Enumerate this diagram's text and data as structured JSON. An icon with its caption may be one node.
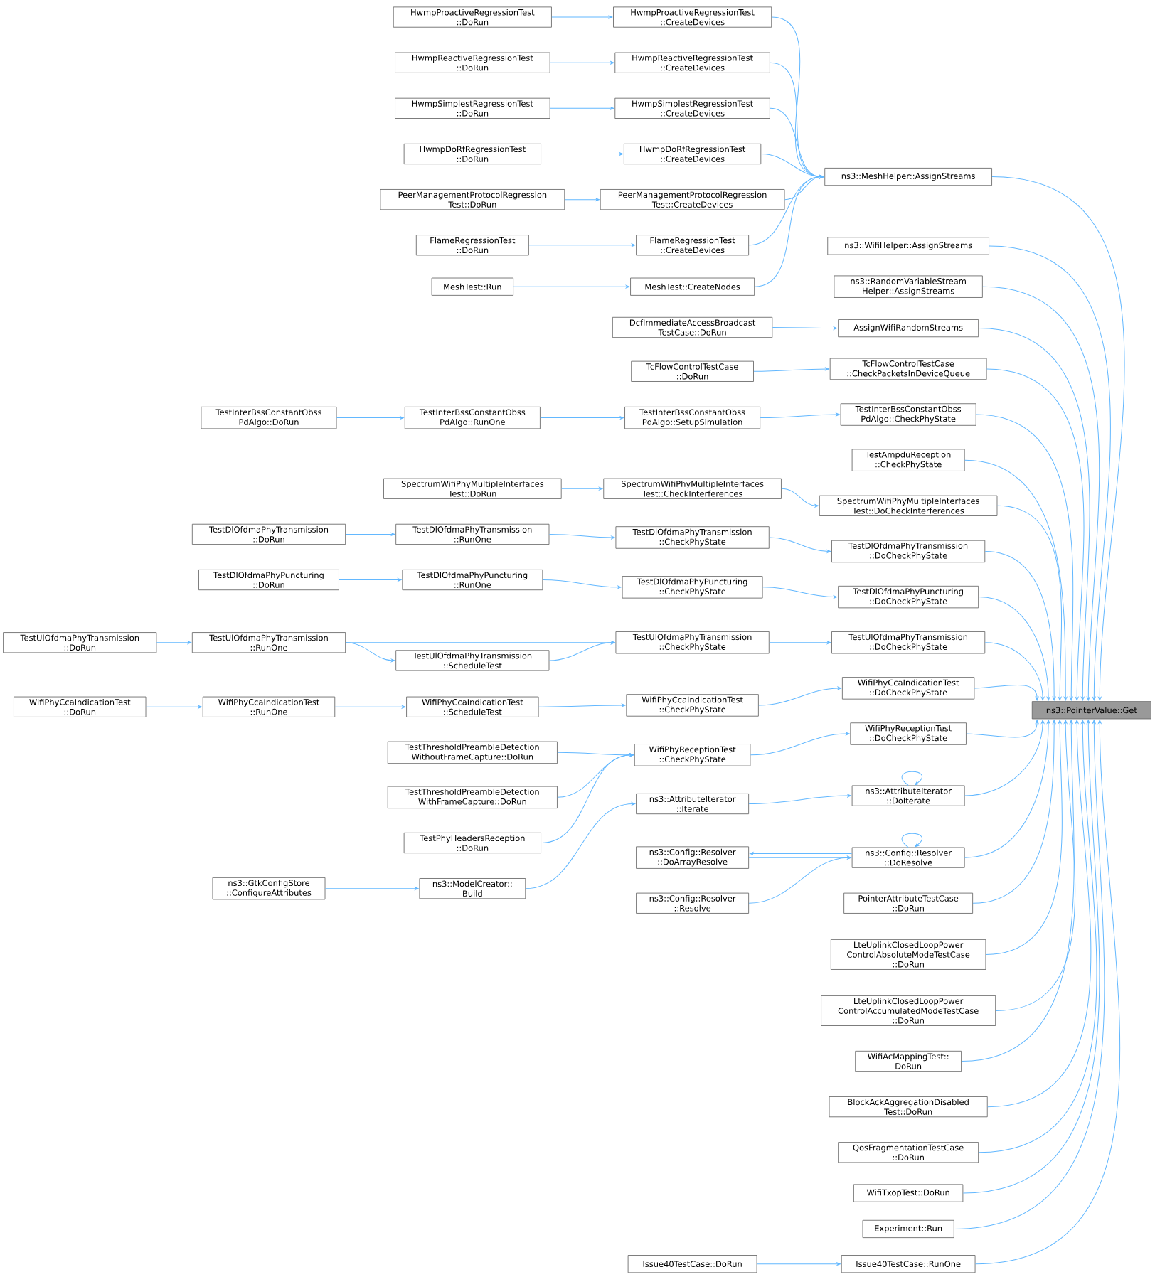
{
  "diagram": {
    "nodes": [
      {
        "text": [
          "ns3::PointerValue::Get"
        ]
      },
      {
        "text": [
          "ns3::MeshHelper::AssignStreams"
        ]
      },
      {
        "text": [
          "ns3::WifiHelper::AssignStreams"
        ]
      },
      {
        "text": [
          "ns3::RandomVariableStream Helper::AssignStreams"
        ]
      },
      {
        "text": [
          "AssignWifiRandomStreams"
        ]
      },
      {
        "text": [
          "TcFlowControlTestCase ::CheckPacketsInDeviceQueue"
        ]
      },
      {
        "text": [
          "TestInterBssConstantObss PdAlgo::CheckPhyState"
        ]
      },
      {
        "text": [
          "TestAmpduReception ::CheckPhyState"
        ]
      },
      {
        "text": [
          "SpectrumWifiPhyMultipleInterfaces Test::DoCheckInterferences"
        ]
      },
      {
        "text": [
          "TestDlOfdmaPhyTransmission ::DoCheckPhyState"
        ]
      },
      {
        "text": [
          "TestDlOfdmaPhyPuncturing ::DoCheckPhyState"
        ]
      },
      {
        "text": [
          "TestUlOfdmaPhyTransmission ::DoCheckPhyState"
        ]
      },
      {
        "text": [
          "WifiPhyCcaIndicationTest ::DoCheckPhyState"
        ]
      },
      {
        "text": [
          "WifiPhyReceptionTest ::DoCheckPhyState"
        ]
      },
      {
        "text": [
          "ns3::AttributeIterator ::DoIterate"
        ]
      },
      {
        "text": [
          "ns3::Config::Resolver ::DoResolve"
        ]
      },
      {
        "text": [
          "PointerAttributeTestCase ::DoRun"
        ]
      },
      {
        "text": [
          "LteUplinkClosedLoopPower ControlAbsoluteModeTestCase ::DoRun"
        ]
      },
      {
        "text": [
          "LteUplinkClosedLoopPower ControlAccumulatedModeTestCase ::DoRun"
        ]
      },
      {
        "text": [
          "WifiAcMappingTest:: DoRun"
        ]
      },
      {
        "text": [
          "BlockAckAggregationDisabled Test::DoRun"
        ]
      },
      {
        "text": [
          "QosFragmentationTestCase ::DoRun"
        ]
      },
      {
        "text": [
          "WifiTxopTest::DoRun"
        ]
      },
      {
        "text": [
          "Experiment::Run"
        ]
      },
      {
        "text": [
          "Issue40TestCase::RunOne"
        ]
      },
      {
        "text": [
          "HwmpProactiveRegressionTest ::CreateDevices"
        ]
      },
      {
        "text": [
          "HwmpReactiveRegressionTest ::CreateDevices"
        ]
      },
      {
        "text": [
          "HwmpSimplestRegressionTest ::CreateDevices"
        ]
      },
      {
        "text": [
          "HwmpDoRfRegressionTest ::CreateDevices"
        ]
      },
      {
        "text": [
          "PeerManagementProtocolRegression Test::CreateDevices"
        ]
      },
      {
        "text": [
          "FlameRegressionTest ::CreateDevices"
        ]
      },
      {
        "text": [
          "MeshTest::CreateNodes"
        ]
      },
      {
        "text": [
          "TestInterBssConstantObss PdAlgo::SetupSimulation"
        ]
      },
      {
        "text": [
          "SpectrumWifiPhyMultipleInterfaces Test::CheckInterferences"
        ]
      },
      {
        "text": [
          "TestDlOfdmaPhyTransmission ::CheckPhyState"
        ]
      },
      {
        "text": [
          "TestDlOfdmaPhyPuncturing ::CheckPhyState"
        ]
      },
      {
        "text": [
          "TestUlOfdmaPhyTransmission ::CheckPhyState"
        ]
      },
      {
        "text": [
          "WifiPhyCcaIndicationTest ::CheckPhyState"
        ]
      },
      {
        "text": [
          "WifiPhyReceptionTest ::CheckPhyState"
        ]
      },
      {
        "text": [
          "ns3::AttributeIterator ::Iterate"
        ]
      },
      {
        "text": [
          "ns3::Config::Resolver ::DoArrayResolve"
        ]
      },
      {
        "text": [
          "ns3::Config::Resolver ::Resolve"
        ]
      },
      {
        "text": [
          "Issue40TestCase::DoRun"
        ]
      },
      {
        "text": [
          "HwmpProactiveRegressionTest ::DoRun"
        ]
      },
      {
        "text": [
          "HwmpReactiveRegressionTest ::DoRun"
        ]
      },
      {
        "text": [
          "HwmpSimplestRegressionTest ::DoRun"
        ]
      },
      {
        "text": [
          "HwmpDoRfRegressionTest ::DoRun"
        ]
      },
      {
        "text": [
          "PeerManagementProtocolRegression Test::DoRun"
        ]
      },
      {
        "text": [
          "FlameRegressionTest ::DoRun"
        ]
      },
      {
        "text": [
          "MeshTest::Run"
        ]
      },
      {
        "text": [
          "DcfImmediateAccessBroadcast TestCase::DoRun"
        ]
      },
      {
        "text": [
          "TcFlowControlTestCase ::DoRun"
        ]
      },
      {
        "text": [
          "TestInterBssConstantObss PdAlgo::RunOne"
        ]
      },
      {
        "text": [
          "SpectrumWifiPhyMultipleInterfaces Test::DoRun"
        ]
      },
      {
        "text": [
          "TestDlOfdmaPhyTransmission ::RunOne"
        ]
      },
      {
        "text": [
          "TestDlOfdmaPhyPuncturing ::RunOne"
        ]
      },
      {
        "text": [
          "TestUlOfdmaPhyTransmission ::RunOne"
        ]
      },
      {
        "text": [
          "TestUlOfdmaPhyTransmission ::ScheduleTest"
        ]
      },
      {
        "text": [
          "WifiPhyCcaIndicationTest ::RunOne"
        ]
      },
      {
        "text": [
          "WifiPhyCcaIndicationTest ::ScheduleTest"
        ]
      },
      {
        "text": [
          "TestThresholdPreambleDetection WithoutFrameCapture::DoRun"
        ]
      },
      {
        "text": [
          "TestThresholdPreambleDetection WithFrameCapture::DoRun"
        ]
      },
      {
        "text": [
          "TestPhyHeadersReception ::DoRun"
        ]
      },
      {
        "text": [
          "ns3::ModelCreator:: Build"
        ]
      },
      {
        "text": [
          "TestInterBssConstantObss PdAlgo::DoRun"
        ]
      },
      {
        "text": [
          "TestDlOfdmaPhyTransmission ::DoRun"
        ]
      },
      {
        "text": [
          "TestDlOfdmaPhyPuncturing ::DoRun"
        ]
      },
      {
        "text": [
          "TestUlOfdmaPhyTransmission ::DoRun"
        ]
      },
      {
        "text": [
          "WifiPhyCcaIndicationTest ::DoRun"
        ]
      },
      {
        "text": [
          "ns3::GtkConfigStore ::ConfigureAttributes"
        ]
      }
    ],
    "edges": [
      {
        "from": 1,
        "to": 0,
        "arrow": "to"
      },
      {
        "from": 2,
        "to": 0,
        "arrow": "to"
      },
      {
        "from": 3,
        "to": 0,
        "arrow": "to"
      },
      {
        "from": 4,
        "to": 0,
        "arrow": "to"
      },
      {
        "from": 5,
        "to": 0,
        "arrow": "to"
      },
      {
        "from": 6,
        "to": 0,
        "arrow": "to"
      },
      {
        "from": 7,
        "to": 0,
        "arrow": "to"
      },
      {
        "from": 8,
        "to": 0,
        "arrow": "to"
      },
      {
        "from": 9,
        "to": 0,
        "arrow": "to"
      },
      {
        "from": 10,
        "to": 0,
        "arrow": "to"
      },
      {
        "from": 11,
        "to": 0,
        "arrow": "to"
      },
      {
        "from": 12,
        "to": 0,
        "arrow": "to"
      },
      {
        "from": 13,
        "to": 0,
        "arrow": "to"
      },
      {
        "from": 14,
        "to": 0,
        "arrow": "to"
      },
      {
        "from": 15,
        "to": 0,
        "arrow": "to"
      },
      {
        "from": 16,
        "to": 0,
        "arrow": "to"
      },
      {
        "from": 17,
        "to": 0,
        "arrow": "to"
      },
      {
        "from": 18,
        "to": 0,
        "arrow": "to"
      },
      {
        "from": 19,
        "to": 0,
        "arrow": "to"
      },
      {
        "from": 20,
        "to": 0,
        "arrow": "to"
      },
      {
        "from": 21,
        "to": 0,
        "arrow": "to"
      },
      {
        "from": 22,
        "to": 0,
        "arrow": "to"
      },
      {
        "from": 23,
        "to": 0,
        "arrow": "to"
      },
      {
        "from": 24,
        "to": 0,
        "arrow": "to"
      },
      {
        "from": 25,
        "to": 1,
        "arrow": "to"
      },
      {
        "from": 26,
        "to": 1,
        "arrow": "to"
      },
      {
        "from": 27,
        "to": 1,
        "arrow": "to"
      },
      {
        "from": 28,
        "to": 1,
        "arrow": "to"
      },
      {
        "from": 29,
        "to": 1,
        "arrow": "to"
      },
      {
        "from": 30,
        "to": 1,
        "arrow": "to"
      },
      {
        "from": 31,
        "to": 1,
        "arrow": "to"
      },
      {
        "from": 43,
        "to": 25,
        "arrow": "to"
      },
      {
        "from": 44,
        "to": 26,
        "arrow": "to"
      },
      {
        "from": 45,
        "to": 27,
        "arrow": "to"
      },
      {
        "from": 46,
        "to": 28,
        "arrow": "to"
      },
      {
        "from": 47,
        "to": 29,
        "arrow": "to"
      },
      {
        "from": 48,
        "to": 30,
        "arrow": "to"
      },
      {
        "from": 49,
        "to": 31,
        "arrow": "to"
      },
      {
        "from": 50,
        "to": 4,
        "arrow": "to"
      },
      {
        "from": 51,
        "to": 5,
        "arrow": "to"
      },
      {
        "from": 32,
        "to": 6,
        "arrow": "to"
      },
      {
        "from": 52,
        "to": 32,
        "arrow": "to"
      },
      {
        "from": 64,
        "to": 52,
        "arrow": "to"
      },
      {
        "from": 33,
        "to": 8,
        "arrow": "to"
      },
      {
        "from": 53,
        "to": 33,
        "arrow": "to"
      },
      {
        "from": 34,
        "to": 9,
        "arrow": "to"
      },
      {
        "from": 54,
        "to": 34,
        "arrow": "to"
      },
      {
        "from": 65,
        "to": 54,
        "arrow": "to"
      },
      {
        "from": 35,
        "to": 10,
        "arrow": "to"
      },
      {
        "from": 55,
        "to": 35,
        "arrow": "to"
      },
      {
        "from": 66,
        "to": 55,
        "arrow": "to"
      },
      {
        "from": 36,
        "to": 11,
        "arrow": "to"
      },
      {
        "from": 56,
        "to": 36,
        "arrow": "to"
      },
      {
        "from": 57,
        "to": 36,
        "arrow": "to"
      },
      {
        "from": 56,
        "to": 57,
        "arrow": "to"
      },
      {
        "from": 67,
        "to": 56,
        "arrow": "to"
      },
      {
        "from": 37,
        "to": 12,
        "arrow": "to"
      },
      {
        "from": 59,
        "to": 37,
        "arrow": "to"
      },
      {
        "from": 58,
        "to": 59,
        "arrow": "to"
      },
      {
        "from": 68,
        "to": 58,
        "arrow": "to"
      },
      {
        "from": 38,
        "to": 13,
        "arrow": "to"
      },
      {
        "from": 60,
        "to": 38,
        "arrow": "to"
      },
      {
        "from": 61,
        "to": 38,
        "arrow": "to"
      },
      {
        "from": 62,
        "to": 38,
        "arrow": "to"
      },
      {
        "from": 39,
        "to": 14,
        "arrow": "to"
      },
      {
        "from": 14,
        "to": 14,
        "arrow": "to"
      },
      {
        "from": 63,
        "to": 39,
        "arrow": "to"
      },
      {
        "from": 69,
        "to": 63,
        "arrow": "to"
      },
      {
        "from": 15,
        "to": 40,
        "arrow": "to"
      },
      {
        "from": 40,
        "to": 15,
        "arrow": "to"
      },
      {
        "from": 15,
        "to": 15,
        "arrow": "to"
      },
      {
        "from": 41,
        "to": 15,
        "arrow": "to"
      },
      {
        "from": 42,
        "to": 24,
        "arrow": "to"
      }
    ]
  }
}
